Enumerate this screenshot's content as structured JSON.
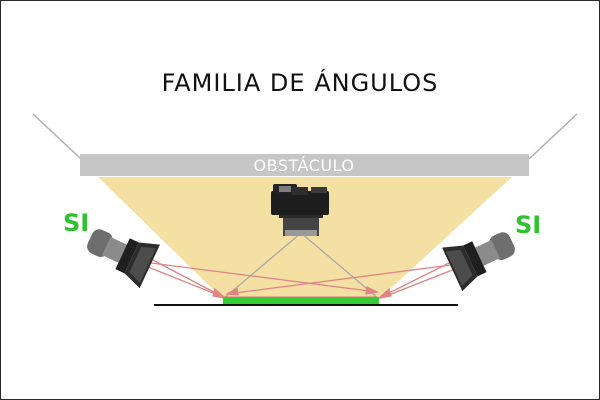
{
  "title": "FAMILIA DE ÁNGULOS",
  "obstacle_label": "OBSTÁCULO",
  "left_light_label": "SI",
  "right_light_label": "SI",
  "colors": {
    "cone_fill": "#f5e0a3",
    "obstacle": "#c6c6c6",
    "subject": "#33cc33",
    "ray": "#e08585",
    "label_green": "#2fc22f"
  },
  "icons": [
    "camera-icon",
    "studio-light-icon",
    "studio-light-icon"
  ]
}
